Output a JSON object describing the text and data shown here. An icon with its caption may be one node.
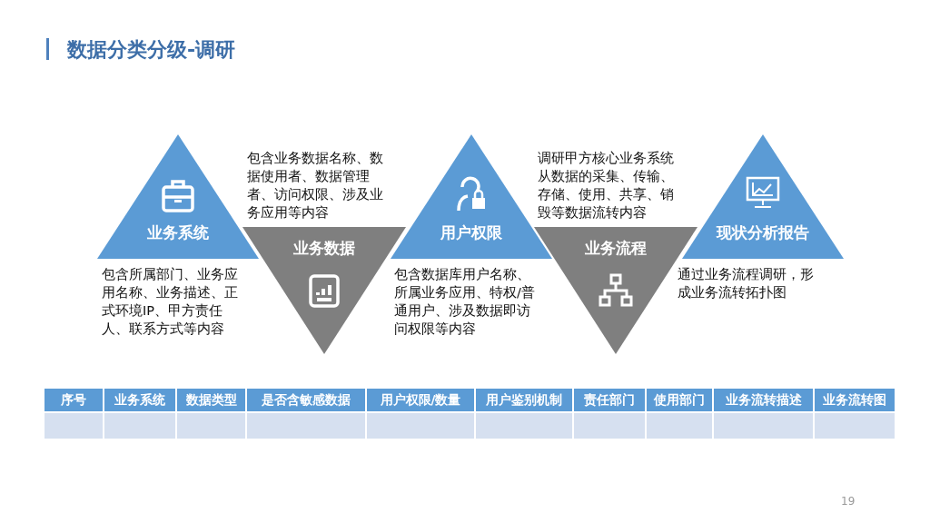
{
  "diagram": {
    "title": "数据分类分级-调研",
    "nodes": [
      {
        "text": [
          "业务系统"
        ]
      },
      {
        "text": [
          "业务数据"
        ]
      },
      {
        "text": [
          "用户权限"
        ]
      },
      {
        "text": [
          "业务流程"
        ]
      },
      {
        "text": [
          "现状分析报告"
        ]
      }
    ],
    "labels": [
      "包含业务数据名称、数据使用者、数据管理者、访问权限、涉及业务应用等内容",
      "调研甲方核心业务系统从数据的采集、传输、存储、使用、共享、销毁等数据流转内容",
      "包含所属部门、业务应用名称、业务描述、正式环境IP、甲方责任人、联系方式等内容",
      "包含数据库用户名称、所属业务应用、特权/普通用户、涉及数据即访问权限等内容",
      "通过业务流程调研，形成业务流转拓扑图",
      "序号",
      "业务系统",
      "数据类型",
      "是否含敏感数据",
      "用户权限/数量",
      "用户鉴别机制",
      "责任部门",
      "使用部门",
      "业务流转描述",
      "业务流转图",
      "19"
    ]
  }
}
